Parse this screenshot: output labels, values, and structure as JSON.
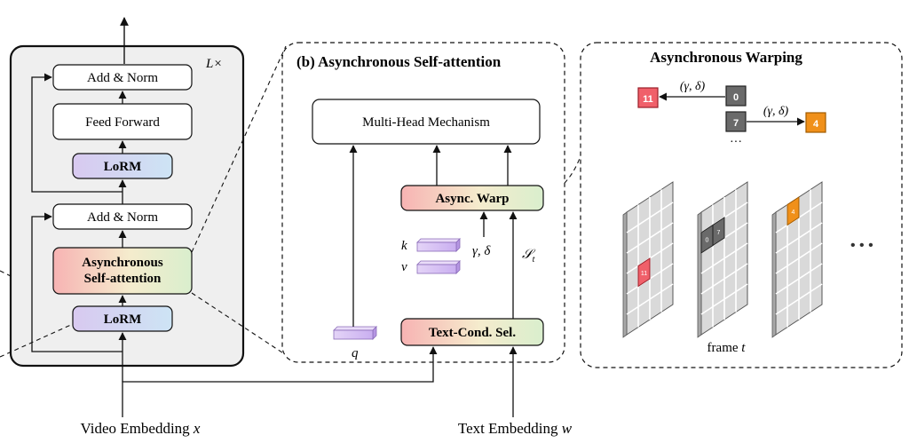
{
  "block": {
    "repeat_label": "L×",
    "add_norm_top": "Add & Norm",
    "feed_forward": "Feed Forward",
    "lorm_top": "LoRM",
    "add_norm_bottom": "Add & Norm",
    "async_attn_line1": "Asynchronous",
    "async_attn_line2": "Self-attention",
    "lorm_bottom": "LoRM"
  },
  "panel_b": {
    "title": "(b) Asynchronous Self-attention",
    "multi_head": "Multi-Head Mechanism",
    "async_warp": "Async. Warp",
    "text_cond_sel": "Text-Cond. Sel.",
    "k_label": "k",
    "v_label": "v",
    "q_label": "q",
    "gamma_delta": "γ, δ",
    "s_label": "𝒮",
    "s_sub": "t"
  },
  "panel_warp": {
    "title": "Asynchronous Warping",
    "param_label": "(γ, δ)",
    "token_11": "11",
    "token_0": "0",
    "token_7": "7",
    "token_4": "4",
    "vdots": "···",
    "frame_label": "frame ",
    "frame_var": "t",
    "more_dots": "• • •"
  },
  "inputs": {
    "video": "Video Embedding ",
    "video_var": "x",
    "text": "Text Embedding ",
    "text_var": "w"
  },
  "colors": {
    "block_bg": "#efefef",
    "lorm_gradient": [
      "#d6c8ef",
      "#cfe3f3"
    ],
    "async_gradient": [
      "#f7b8b8",
      "#f4f0c8",
      "#dbeed0"
    ],
    "key_value_color": "#d3bdf0",
    "token_red": "#f0606a",
    "token_gray": "#6a6a6a",
    "token_orange": "#f0901a"
  }
}
